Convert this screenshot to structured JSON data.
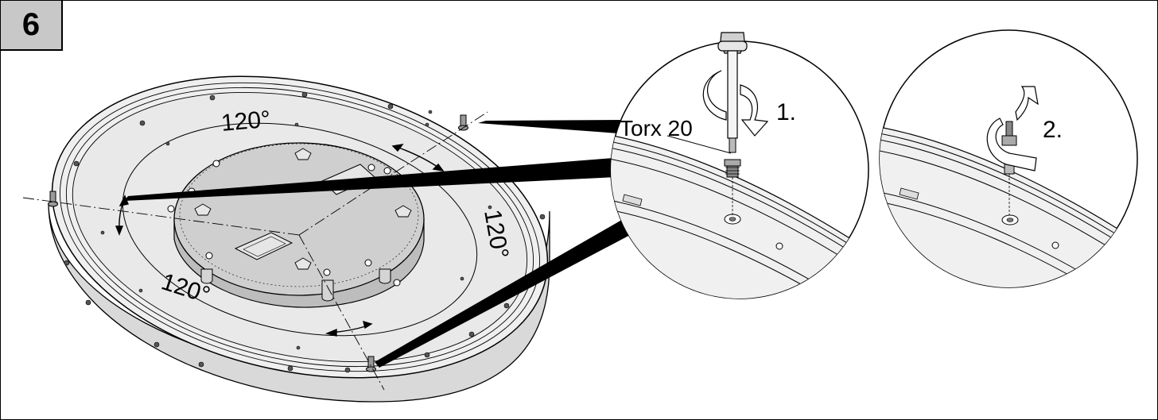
{
  "figure": {
    "step_number": "6",
    "angle_labels": [
      "120°",
      "120°",
      "120°"
    ],
    "tool_label": "Torx 20",
    "step_labels": [
      "1.",
      "2."
    ],
    "colors": {
      "line": "#000000",
      "plate": "#cfcfcf",
      "disc": "#efefef",
      "step_box": "#c8c8c8"
    },
    "icons": [
      "screwdriver-icon",
      "rotate-arrow-icon",
      "screw-icon"
    ]
  }
}
